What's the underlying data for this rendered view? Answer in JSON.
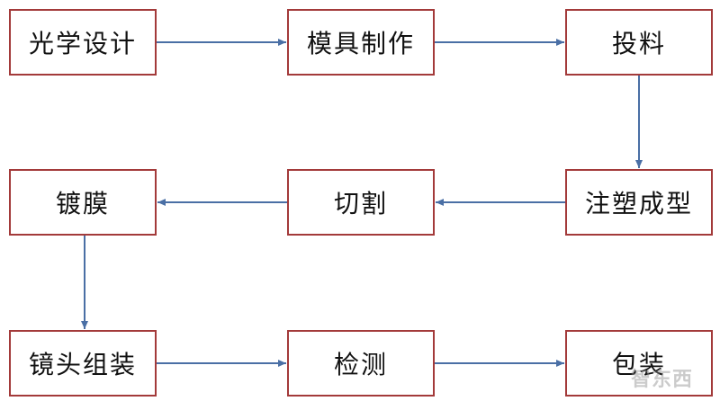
{
  "steps": {
    "optical_design": "光学设计",
    "mold_making": "模具制作",
    "material_feeding": "投料",
    "injection_molding": "注塑成型",
    "cutting": "切割",
    "coating": "镀膜",
    "lens_assembly": "镜头组装",
    "inspection": "检测",
    "packaging": "包装"
  },
  "flow": [
    [
      "optical_design",
      "mold_making"
    ],
    [
      "mold_making",
      "material_feeding"
    ],
    [
      "material_feeding",
      "injection_molding"
    ],
    [
      "injection_molding",
      "cutting"
    ],
    [
      "cutting",
      "coating"
    ],
    [
      "coating",
      "lens_assembly"
    ],
    [
      "lens_assembly",
      "inspection"
    ],
    [
      "inspection",
      "packaging"
    ]
  ],
  "colors": {
    "box_border": "#a33a3a",
    "arrow": "#4a6fa5",
    "text": "#111111"
  },
  "watermark": "智东西"
}
